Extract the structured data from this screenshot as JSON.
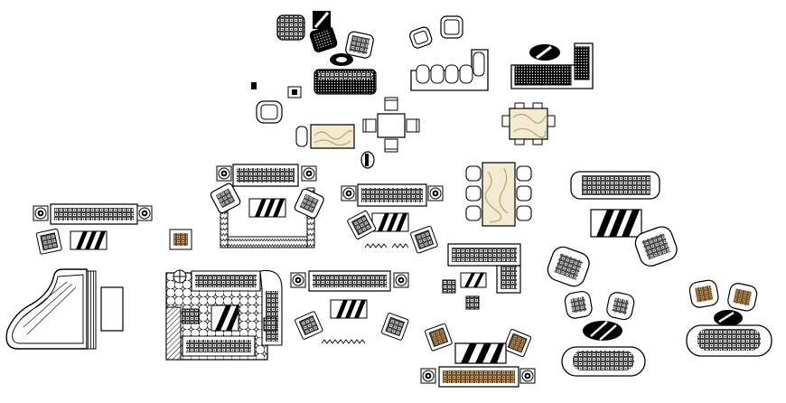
{
  "drawing": {
    "background": "#ffffff",
    "ink": "#000000",
    "accent_fills": {
      "wood": "#f3ead2",
      "wood_grain": "#b8a36a",
      "orange_upholstery": "#f2b766"
    }
  },
  "blocks": [
    "armchair-cluster-top",
    "sectional-sofa-white-top",
    "sectional-sofa-black-top",
    "dining-table-round-chairs-center",
    "dining-table-wood-top-right",
    "dining-table-wood-long-center",
    "living-set-left",
    "living-set-centre-left",
    "living-set-centre",
    "l-sofa-centre-right",
    "living-set-right",
    "grand-piano",
    "l-sectional-patterned",
    "living-set-bottom-centre",
    "orange-set-bottom",
    "oval-sofa-set-right",
    "oval-sofa-set-far-right"
  ]
}
